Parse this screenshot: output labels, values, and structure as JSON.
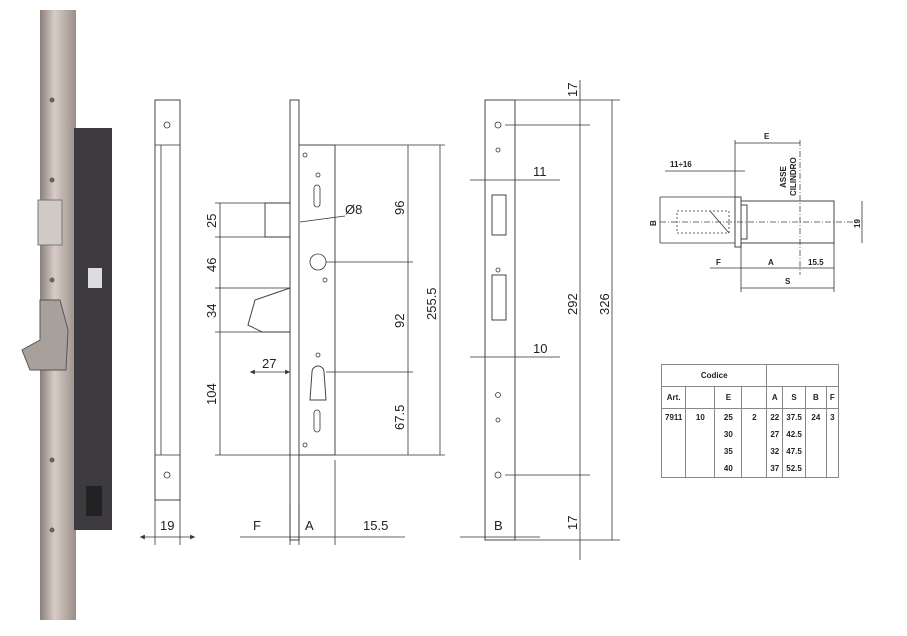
{
  "side_view": {
    "width": "19"
  },
  "front_view": {
    "left_dims": [
      "25",
      "46",
      "34",
      "104"
    ],
    "latch_dim": "27",
    "hole_dim": "Ø8",
    "right_dims": [
      "96",
      "92",
      "67.5"
    ],
    "total": "255.5",
    "bottom": [
      "F",
      "A",
      "15.5"
    ]
  },
  "back_view": {
    "dims": [
      "11",
      "10"
    ],
    "top": "17",
    "mid": "292",
    "bottom": "17",
    "total": "326",
    "width": "B"
  },
  "cylinder": {
    "e": "E",
    "range": "11÷16",
    "axis_line1": "ASSE",
    "axis_line2": "CILINDRO",
    "b": "B",
    "width": "19",
    "f": "F",
    "a": "A",
    "offset": "15.5",
    "s": "S"
  },
  "table": {
    "title": "Codice",
    "headers": [
      "Art.",
      "",
      "E",
      "",
      "A",
      "S",
      "B",
      "F"
    ],
    "rows": [
      [
        "7911",
        "10",
        "25",
        "2",
        "22",
        "37.5",
        "24",
        "3"
      ],
      [
        "",
        "",
        "30",
        "",
        "27",
        "42.5",
        "",
        ""
      ],
      [
        "",
        "",
        "35",
        "",
        "32",
        "47.5",
        "",
        ""
      ],
      [
        "",
        "",
        "40",
        "",
        "37",
        "52.5",
        "",
        ""
      ]
    ]
  }
}
